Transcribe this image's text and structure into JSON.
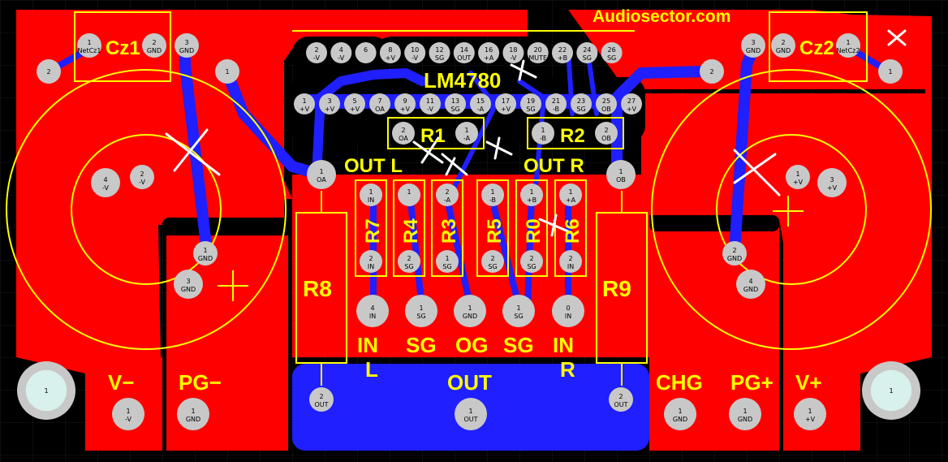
{
  "brand": "Audiosector.com",
  "chip": "LM4780",
  "colors": {
    "background": "#000000",
    "top_copper": "#ff0000",
    "bottom_copper": "#0000ff",
    "silkscreen": "#ffff00",
    "pad": "#c8c8c8",
    "hole": "#d9f1ec"
  },
  "capacitors": {
    "left": {
      "label": "Cz1",
      "pad1": "1",
      "pad1_net": "NetCz1",
      "pad2": "2",
      "pad2_net": "GND",
      "pad3": "3",
      "pad3_net": "GND",
      "plus": "+"
    },
    "right": {
      "label": "Cz2",
      "pad1": "1",
      "pad1_net": "NetCz2",
      "pad2": "2",
      "pad2_net": "GND",
      "pad3": "3",
      "pad3_net": "GND",
      "plus": "+"
    }
  },
  "ic_pins_top": [
    {
      "n": "2",
      "net": "-V"
    },
    {
      "n": "4",
      "net": "-V"
    },
    {
      "n": "6",
      "net": ""
    },
    {
      "n": "8",
      "net": "+V"
    },
    {
      "n": "10",
      "net": "-V"
    },
    {
      "n": "12",
      "net": "SG"
    },
    {
      "n": "14",
      "net": "OUT"
    },
    {
      "n": "16",
      "net": "+A"
    },
    {
      "n": "18",
      "net": "-V"
    },
    {
      "n": "20",
      "net": "MUTE"
    },
    {
      "n": "22",
      "net": "+B"
    },
    {
      "n": "24",
      "net": "SG"
    },
    {
      "n": "26",
      "net": "SG"
    }
  ],
  "ic_pins_bottom": [
    {
      "n": "1",
      "net": "+V"
    },
    {
      "n": "3",
      "net": "+V"
    },
    {
      "n": "5",
      "net": "+V"
    },
    {
      "n": "7",
      "net": "OA"
    },
    {
      "n": "9",
      "net": "+V"
    },
    {
      "n": "11",
      "net": "-V"
    },
    {
      "n": "13",
      "net": "SG"
    },
    {
      "n": "15",
      "net": "-A"
    },
    {
      "n": "17",
      "net": "+V"
    },
    {
      "n": "19",
      "net": "SG"
    },
    {
      "n": "21",
      "net": "-B"
    },
    {
      "n": "23",
      "net": "SG"
    },
    {
      "n": "25",
      "net": "OB"
    },
    {
      "n": "27",
      "net": "+V"
    }
  ],
  "resistors": {
    "R1": {
      "label": "R1",
      "p1": "2",
      "p1_net": "OA",
      "p2": "1",
      "p2_net": "-A"
    },
    "R2": {
      "label": "R2",
      "p1": "1",
      "p1_net": "-B",
      "p2": "2",
      "p2_net": "OB"
    },
    "R7": {
      "label": "R7",
      "p1": "1",
      "p1_net": "IN",
      "p2": "2",
      "p2_net": "IN"
    },
    "R4": {
      "label": "R4",
      "p1": "1",
      "p1_net": "",
      "p2": "2",
      "p2_net": "SG"
    },
    "R3": {
      "label": "R3",
      "p1": "2",
      "p1_net": "-A",
      "p2": "1",
      "p2_net": "SG"
    },
    "R5": {
      "label": "R5",
      "p1": "1",
      "p1_net": "-B",
      "p2": "2",
      "p2_net": "SG"
    },
    "R0": {
      "label": "R0",
      "p1": "1",
      "p1_net": "+B",
      "p2": "2",
      "p2_net": "SG"
    },
    "R6": {
      "label": "R6",
      "p1": "1",
      "p1_net": "+A",
      "p2": "2",
      "p2_net": "IN"
    },
    "R8": {
      "label": "R8",
      "top": "1",
      "top_net": "OA",
      "bottom": "2",
      "bottom_net": "OUT"
    },
    "R9": {
      "label": "R9",
      "top": "1",
      "top_net": "OB",
      "bottom": "2",
      "bottom_net": "OUT"
    }
  },
  "labels": {
    "out_l": "OUT L",
    "out_r": "OUT R",
    "in_l_a": "IN",
    "in_l_b": "L",
    "sg_l": "SG",
    "og": "OG",
    "sg_r": "SG",
    "in_r_a": "IN",
    "in_r_b": "R",
    "out_bottom": "OUT",
    "v_minus": "V−",
    "pg_minus": "PG−",
    "chg": "CHG",
    "pg_plus": "PG+",
    "v_plus": "V+"
  },
  "input_pads": [
    {
      "n": "4",
      "net": "IN"
    },
    {
      "n": "1",
      "net": "SG"
    },
    {
      "n": "1",
      "net": "GND"
    },
    {
      "n": "1",
      "net": "SG"
    },
    {
      "n": "0",
      "net": "IN"
    }
  ],
  "connectors": {
    "v_minus": {
      "n": "1",
      "net": "-V"
    },
    "pg_minus": {
      "n": "1",
      "net": "GND"
    },
    "out": {
      "n": "1",
      "net": "OUT"
    },
    "chg": {
      "n": "1",
      "net": "GND"
    },
    "pg_plus": {
      "n": "1",
      "net": "GND"
    },
    "v_plus": {
      "n": "1",
      "net": "+V"
    }
  },
  "caps_big": {
    "left": {
      "a": "4",
      "a_net": "-V",
      "b": "2",
      "b_net": "-V",
      "c": "1",
      "c_net": "GND",
      "d": "3",
      "d_net": "GND"
    },
    "right": {
      "a": "1",
      "a_net": "+V",
      "b": "3",
      "b_net": "+V",
      "c": "2",
      "c_net": "GND",
      "d": "4",
      "d_net": "GND"
    }
  },
  "misc_pads": {
    "top_left_2": "2",
    "top_left_1": "1",
    "top_right_2": "2",
    "top_right_1": "1",
    "mount_left": "1",
    "mount_right": "1",
    "oa_pad": "1",
    "oa_net": "OA",
    "ob_pad": "1",
    "ob_net": "OB"
  }
}
